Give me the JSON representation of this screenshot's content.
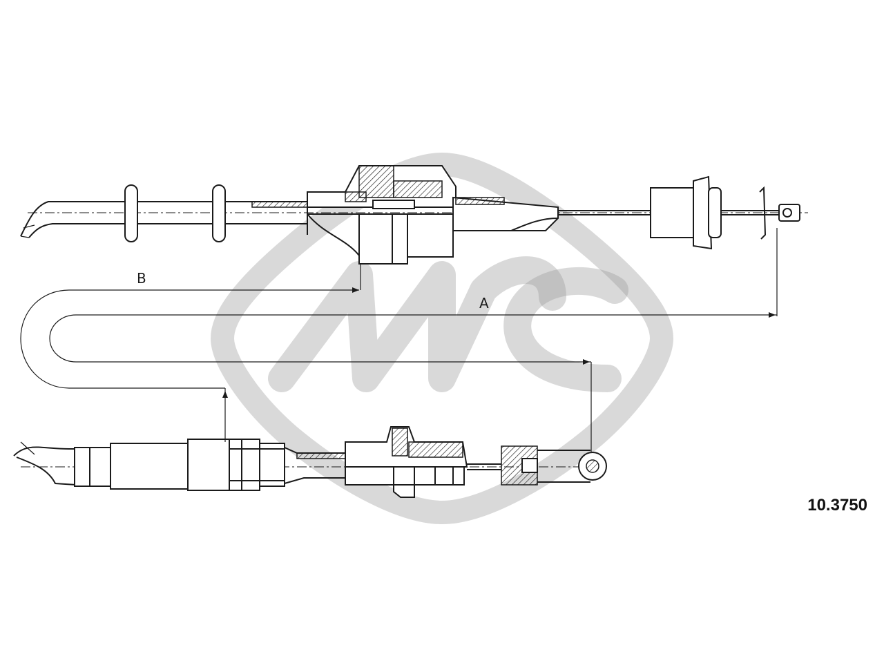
{
  "part_number": "10.3750",
  "dimensions": {
    "a_label": "A",
    "b_label": "B"
  },
  "colors": {
    "line": "#1a1a1a",
    "watermark": "#9a9a9a",
    "background": "#ffffff"
  },
  "watermark": {
    "text": "MC"
  }
}
